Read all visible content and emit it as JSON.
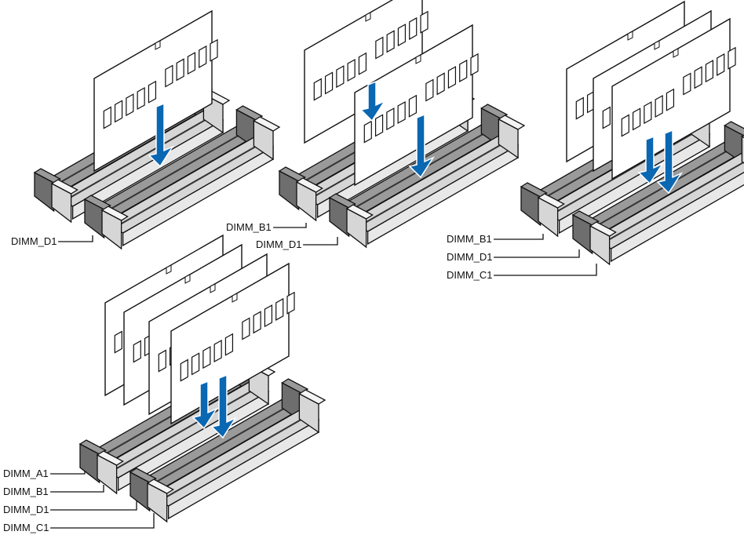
{
  "colors": {
    "slot_dark": "#6e6e6e",
    "slot_mid": "#9a9a9a",
    "slot_light": "#d6d6d6",
    "slot_light_face": "#e8e8e8",
    "module_fill": "#ffffff",
    "chip_fill": "#ffffff",
    "arrow_blue": "#0a67b2",
    "leader_line": "#111111"
  },
  "configs": [
    {
      "id": "one-module",
      "slots": [
        "DIMM_D1"
      ],
      "labels": [
        {
          "text": "DIMM_D1"
        }
      ]
    },
    {
      "id": "two-modules",
      "slots": [
        "DIMM_B1",
        "DIMM_D1"
      ],
      "labels": [
        {
          "text": "DIMM_B1"
        },
        {
          "text": "DIMM_D1"
        }
      ]
    },
    {
      "id": "three-modules",
      "slots": [
        "DIMM_B1",
        "DIMM_D1",
        "DIMM_C1"
      ],
      "labels": [
        {
          "text": "DIMM_B1"
        },
        {
          "text": "DIMM_D1"
        },
        {
          "text": "DIMM_C1"
        }
      ]
    },
    {
      "id": "four-modules",
      "slots": [
        "DIMM_A1",
        "DIMM_B1",
        "DIMM_D1",
        "DIMM_C1"
      ],
      "labels": [
        {
          "text": "DIMM_A1"
        },
        {
          "text": "DIMM_B1"
        },
        {
          "text": "DIMM_D1"
        },
        {
          "text": "DIMM_C1"
        }
      ]
    }
  ]
}
